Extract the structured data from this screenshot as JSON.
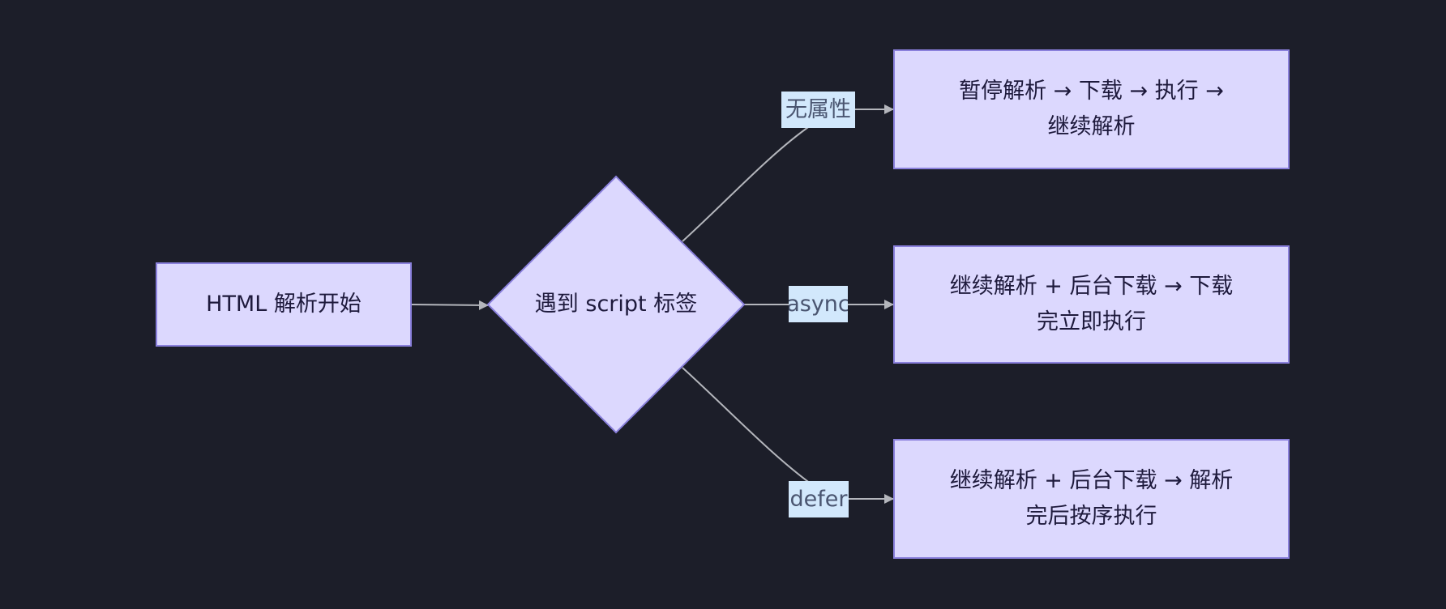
{
  "diagram": {
    "type": "flowchart",
    "colors": {
      "background": "#1c1e29",
      "node_fill": "#dcd8fe",
      "node_stroke": "#8a80dc",
      "node_text": "#1e1a3c",
      "edge_stroke": "#b4b6bc",
      "edge_label_fill": "#d2e8fc",
      "edge_label_text": "#4a5570"
    },
    "nodes": {
      "start": {
        "label": "HTML 解析开始",
        "shape": "rectangle"
      },
      "decision": {
        "label": "遇到 script 标签",
        "shape": "diamond"
      },
      "sync": {
        "label": "暂停解析 → 下载 → 执行 → 继续解析",
        "shape": "rectangle"
      },
      "async": {
        "label": "继续解析 + 后台下载 → 下载完立即执行",
        "shape": "rectangle"
      },
      "defer": {
        "label": "继续解析 + 后台下载 → 解析完后按序执行",
        "shape": "rectangle"
      }
    },
    "edges": [
      {
        "from": "start",
        "to": "decision",
        "label": ""
      },
      {
        "from": "decision",
        "to": "sync",
        "label": "无属性"
      },
      {
        "from": "decision",
        "to": "async",
        "label": "async"
      },
      {
        "from": "decision",
        "to": "defer",
        "label": "defer"
      }
    ]
  }
}
